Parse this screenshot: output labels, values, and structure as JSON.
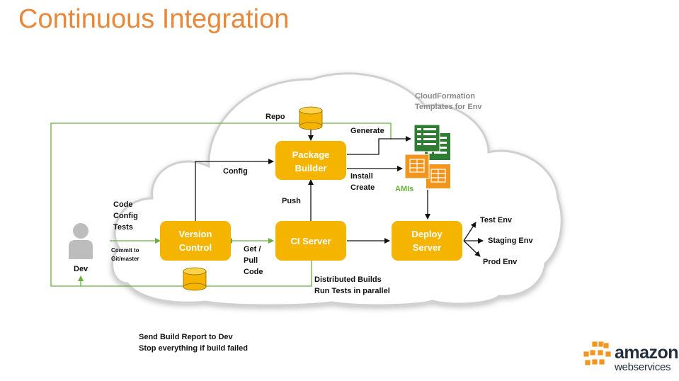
{
  "slide": {
    "title": "Continuous Integration"
  },
  "nodes": {
    "version_control": [
      "Version",
      "Control"
    ],
    "package_builder": [
      "Package",
      "Builder"
    ],
    "ci_server": "CI Server",
    "deploy_server": [
      "Deploy",
      "Server"
    ],
    "dev": "Dev"
  },
  "labels": {
    "repo": "Repo",
    "config": "Config",
    "generate": "Generate",
    "install_create": [
      "Install",
      "Create"
    ],
    "push": "Push",
    "code_config_tests": [
      "Code",
      "Config",
      "Tests"
    ],
    "commit": [
      "Commit to",
      "Git/master"
    ],
    "get_pull_code": [
      "Get /",
      "Pull",
      "Code"
    ],
    "distributed": [
      "Distributed Builds",
      "Run Tests in parallel"
    ],
    "cloudformation": [
      "CloudFormation",
      "Templates for Env"
    ],
    "amis": "AMIs",
    "test_env": "Test Env",
    "staging_env": "Staging Env",
    "prod_env": "Prod Env"
  },
  "bottom_note": [
    "Send Build Report to Dev",
    "Stop everything if build failed"
  ],
  "logo": {
    "word": "amazon",
    "sub": "webservices"
  },
  "colors": {
    "title": "#E8883A",
    "node": "#F5B400",
    "green": "#6AAF3D",
    "spreadsheet": "#2E7D32",
    "ami": "#F0961E",
    "logo_orange": "#F0961E",
    "logo_text": "#232F3E"
  }
}
